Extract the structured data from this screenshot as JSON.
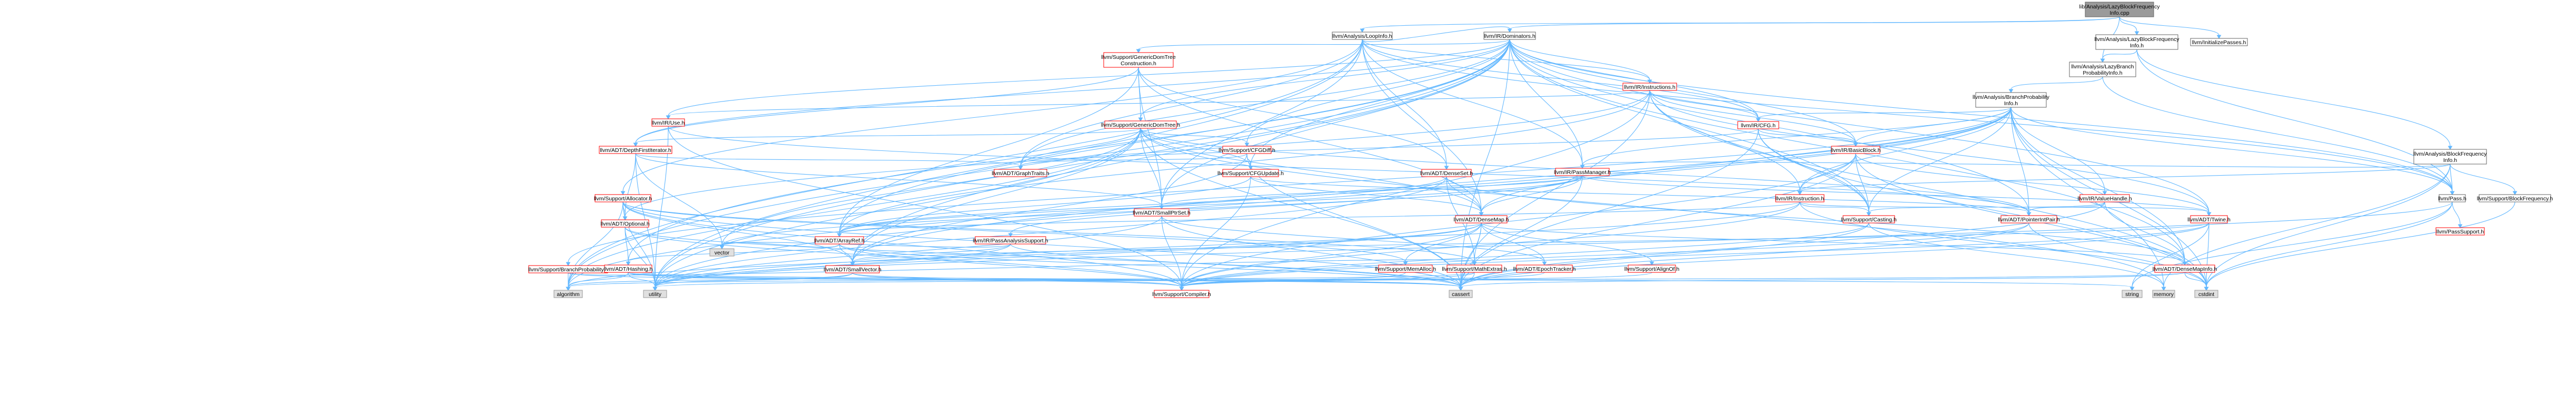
{
  "title": "lib/Analysis/LazyBlockFrequencyInfo.cpp dependency graph",
  "colors": {
    "root_fill": "#9a9a9a",
    "root_border": "#666666",
    "node_fill": "#ffffff",
    "documented_border": "#666666",
    "incomplete_border": "#ff0000",
    "external_fill": "#e0e0e0",
    "external_border": "#999999",
    "edge": "#63b8ff",
    "text": "#000000"
  },
  "nodes": [
    {
      "id": "root",
      "lines": [
        "lib/Analysis/LazyBlockFrequency",
        "Info.cpp"
      ],
      "style": "root"
    },
    {
      "id": "lazybfi",
      "lines": [
        "llvm/Analysis/LazyBlockFrequency",
        "Info.h"
      ],
      "style": "doc"
    },
    {
      "id": "initpasses",
      "lines": [
        "llvm/InitializePasses.h"
      ],
      "style": "doc"
    },
    {
      "id": "lazybpi",
      "lines": [
        "llvm/Analysis/LazyBranch",
        "ProbabilityInfo.h"
      ],
      "style": "doc"
    },
    {
      "id": "bfi",
      "lines": [
        "llvm/Analysis/BlockFrequency",
        "Info.h"
      ],
      "style": "doc"
    },
    {
      "id": "loopinfo",
      "lines": [
        "llvm/Analysis/LoopInfo.h"
      ],
      "style": "doc"
    },
    {
      "id": "dominators",
      "lines": [
        "llvm/IR/Dominators.h"
      ],
      "style": "doc"
    },
    {
      "id": "bpi",
      "lines": [
        "llvm/Analysis/BranchProbability",
        "Info.h"
      ],
      "style": "doc"
    },
    {
      "id": "gdtc",
      "lines": [
        "llvm/Support/GenericDomTree",
        "Construction.h"
      ],
      "style": "red"
    },
    {
      "id": "instructions",
      "lines": [
        "llvm/IR/Instructions.h"
      ],
      "style": "red"
    },
    {
      "id": "iruse",
      "lines": [
        "llvm/IR/Use.h"
      ],
      "style": "red"
    },
    {
      "id": "cfg",
      "lines": [
        "llvm/IR/CFG.h"
      ],
      "style": "red"
    },
    {
      "id": "gdt",
      "lines": [
        "llvm/Support/GenericDomTree.h"
      ],
      "style": "red"
    },
    {
      "id": "dfi",
      "lines": [
        "llvm/ADT/DepthFirstIterator.h"
      ],
      "style": "red"
    },
    {
      "id": "basicblock",
      "lines": [
        "llvm/IR/BasicBlock.h"
      ],
      "style": "red"
    },
    {
      "id": "cfgdiff",
      "lines": [
        "llvm/Support/CFGDiff.h"
      ],
      "style": "red"
    },
    {
      "id": "graphtraits",
      "lines": [
        "llvm/ADT/GraphTraits.h"
      ],
      "style": "red"
    },
    {
      "id": "cfgupdate",
      "lines": [
        "llvm/Support/CFGUpdate.h"
      ],
      "style": "red"
    },
    {
      "id": "denseset",
      "lines": [
        "llvm/ADT/DenseSet.h"
      ],
      "style": "red"
    },
    {
      "id": "passmanager",
      "lines": [
        "llvm/IR/PassManager.h"
      ],
      "style": "red"
    },
    {
      "id": "valuehandle",
      "lines": [
        "llvm/IR/ValueHandle.h"
      ],
      "style": "red"
    },
    {
      "id": "instruction",
      "lines": [
        "llvm/IR/Instruction.h"
      ],
      "style": "red"
    },
    {
      "id": "pass",
      "lines": [
        "llvm/Pass.h"
      ],
      "style": "doc"
    },
    {
      "id": "supportbf",
      "lines": [
        "llvm/Support/BlockFrequency.h"
      ],
      "style": "doc"
    },
    {
      "id": "allocator",
      "lines": [
        "llvm/Support/Allocator.h"
      ],
      "style": "red"
    },
    {
      "id": "smallptrset",
      "lines": [
        "llvm/ADT/SmallPtrSet.h"
      ],
      "style": "red"
    },
    {
      "id": "densemap",
      "lines": [
        "llvm/ADT/DenseMap.h"
      ],
      "style": "red"
    },
    {
      "id": "casting",
      "lines": [
        "llvm/Support/Casting.h"
      ],
      "style": "red"
    },
    {
      "id": "pointerintpair",
      "lines": [
        "llvm/ADT/PointerIntPair.h"
      ],
      "style": "red"
    },
    {
      "id": "twine",
      "lines": [
        "llvm/ADT/Twine.h"
      ],
      "style": "red"
    },
    {
      "id": "passsupport",
      "lines": [
        "llvm/PassSupport.h"
      ],
      "style": "red"
    },
    {
      "id": "optional",
      "lines": [
        "llvm/ADT/Optional.h"
      ],
      "style": "red"
    },
    {
      "id": "arrayref",
      "lines": [
        "llvm/ADT/ArrayRef.h"
      ],
      "style": "red"
    },
    {
      "id": "passanalysis",
      "lines": [
        "llvm/IR/PassAnalysisSupport.h"
      ],
      "style": "red"
    },
    {
      "id": "branchprob",
      "lines": [
        "llvm/Support/BranchProbability.h"
      ],
      "style": "red"
    },
    {
      "id": "hashing",
      "lines": [
        "llvm/ADT/Hashing.h"
      ],
      "style": "red"
    },
    {
      "id": "smallvector",
      "lines": [
        "llvm/ADT/SmallVector.h"
      ],
      "style": "red"
    },
    {
      "id": "memalloc",
      "lines": [
        "llvm/Support/MemAlloc.h"
      ],
      "style": "red"
    },
    {
      "id": "mathextras",
      "lines": [
        "llvm/Support/MathExtras.h"
      ],
      "style": "red"
    },
    {
      "id": "epochtracker",
      "lines": [
        "llvm/ADT/EpochTracker.h"
      ],
      "style": "red"
    },
    {
      "id": "alignof",
      "lines": [
        "llvm/Support/AlignOf.h"
      ],
      "style": "red"
    },
    {
      "id": "densemapinfo",
      "lines": [
        "llvm/ADT/DenseMapInfo.h"
      ],
      "style": "red"
    },
    {
      "id": "compiler",
      "lines": [
        "llvm/Support/Compiler.h"
      ],
      "style": "red"
    },
    {
      "id": "vector",
      "lines": [
        "vector"
      ],
      "style": "ext"
    },
    {
      "id": "algorithm",
      "lines": [
        "algorithm"
      ],
      "style": "ext"
    },
    {
      "id": "utility",
      "lines": [
        "utility"
      ],
      "style": "ext"
    },
    {
      "id": "cassert",
      "lines": [
        "cassert"
      ],
      "style": "ext"
    },
    {
      "id": "string",
      "lines": [
        "string"
      ],
      "style": "ext"
    },
    {
      "id": "memory",
      "lines": [
        "memory"
      ],
      "style": "ext"
    },
    {
      "id": "cstdint",
      "lines": [
        "cstdint"
      ],
      "style": "ext"
    }
  ],
  "edges": [
    [
      "root",
      "lazybfi"
    ],
    [
      "root",
      "initpasses"
    ],
    [
      "root",
      "lazybpi"
    ],
    [
      "root",
      "loopinfo"
    ],
    [
      "root",
      "dominators"
    ],
    [
      "lazybfi",
      "lazybpi"
    ],
    [
      "lazybfi",
      "bfi"
    ],
    [
      "lazybfi",
      "pass"
    ],
    [
      "lazybpi",
      "bpi"
    ],
    [
      "lazybpi",
      "pass"
    ],
    [
      "bfi",
      "passmanager"
    ],
    [
      "bfi",
      "pass"
    ],
    [
      "bfi",
      "supportbf"
    ],
    [
      "bfi",
      "cstdint"
    ],
    [
      "bfi",
      "memory"
    ],
    [
      "bfi",
      "instruction"
    ],
    [
      "supportbf",
      "cstdint"
    ],
    [
      "loopinfo",
      "dominators"
    ],
    [
      "loopinfo",
      "cfg"
    ],
    [
      "loopinfo",
      "instructions"
    ],
    [
      "loopinfo",
      "pass"
    ],
    [
      "loopinfo",
      "allocator"
    ],
    [
      "loopinfo",
      "denseset"
    ],
    [
      "loopinfo",
      "graphtraits"
    ],
    [
      "loopinfo",
      "smallptrset"
    ],
    [
      "loopinfo",
      "densemap"
    ],
    [
      "loopinfo",
      "passmanager"
    ],
    [
      "loopinfo",
      "algorithm"
    ],
    [
      "loopinfo",
      "utility"
    ],
    [
      "dominators",
      "gdtc"
    ],
    [
      "dominators",
      "gdt"
    ],
    [
      "dominators",
      "instructions"
    ],
    [
      "dominators",
      "iruse"
    ],
    [
      "dominators",
      "cfg"
    ],
    [
      "dominators",
      "basicblock"
    ],
    [
      "dominators",
      "passmanager"
    ],
    [
      "dominators",
      "pass"
    ],
    [
      "dominators",
      "dfi"
    ],
    [
      "dominators",
      "graphtraits"
    ],
    [
      "dominators",
      "cfgupdate"
    ],
    [
      "dominators",
      "cfgdiff"
    ],
    [
      "dominators",
      "hashing"
    ],
    [
      "dominators",
      "smallptrset"
    ],
    [
      "dominators",
      "smallvector"
    ],
    [
      "dominators",
      "arrayref"
    ],
    [
      "dominators",
      "densemapinfo"
    ],
    [
      "dominators",
      "twine"
    ],
    [
      "dominators",
      "pointerintpair"
    ],
    [
      "dominators",
      "casting"
    ],
    [
      "dominators",
      "utility"
    ],
    [
      "dominators",
      "algorithm"
    ],
    [
      "dominators",
      "cassert"
    ],
    [
      "bpi",
      "valuehandle"
    ],
    [
      "bpi",
      "cfg"
    ],
    [
      "bpi",
      "passmanager"
    ],
    [
      "bpi",
      "pass"
    ],
    [
      "bpi",
      "branchprob"
    ],
    [
      "bpi",
      "basicblock"
    ],
    [
      "bpi",
      "densemap"
    ],
    [
      "bpi",
      "densemapinfo"
    ],
    [
      "bpi",
      "smallvector"
    ],
    [
      "bpi",
      "casting"
    ],
    [
      "bpi",
      "instruction"
    ],
    [
      "bpi",
      "pointerintpair"
    ],
    [
      "bpi",
      "algorithm"
    ],
    [
      "bpi",
      "cstdint"
    ],
    [
      "bpi",
      "memory"
    ],
    [
      "bpi",
      "utility"
    ],
    [
      "gdtc",
      "gdt"
    ],
    [
      "gdtc",
      "dfi"
    ],
    [
      "gdtc",
      "denseset"
    ],
    [
      "gdtc",
      "smallptrset"
    ],
    [
      "gdtc",
      "arrayref"
    ],
    [
      "gdtc",
      "densemap"
    ],
    [
      "instructions",
      "instruction"
    ],
    [
      "instructions",
      "iruse"
    ],
    [
      "instructions",
      "cfg"
    ],
    [
      "instructions",
      "basicblock"
    ],
    [
      "instructions",
      "twine"
    ],
    [
      "instructions",
      "casting"
    ],
    [
      "instructions",
      "arrayref"
    ],
    [
      "instructions",
      "optional"
    ],
    [
      "instructions",
      "compiler"
    ],
    [
      "instructions",
      "cstdint"
    ],
    [
      "instructions",
      "cassert"
    ],
    [
      "iruse",
      "compiler"
    ],
    [
      "iruse",
      "pointerintpair"
    ],
    [
      "iruse",
      "utility"
    ],
    [
      "cfg",
      "basicblock"
    ],
    [
      "cfg",
      "graphtraits"
    ],
    [
      "cfg",
      "casting"
    ],
    [
      "cfg",
      "cassert"
    ],
    [
      "cfg",
      "cstdint"
    ],
    [
      "gdt",
      "cfgdiff"
    ],
    [
      "gdt",
      "cfgupdate"
    ],
    [
      "gdt",
      "dfi"
    ],
    [
      "gdt",
      "graphtraits"
    ],
    [
      "gdt",
      "smallptrset"
    ],
    [
      "gdt",
      "smallvector"
    ],
    [
      "gdt",
      "pointerintpair"
    ],
    [
      "gdt",
      "densemap"
    ],
    [
      "gdt",
      "algorithm"
    ],
    [
      "gdt",
      "memory"
    ],
    [
      "gdt",
      "utility"
    ],
    [
      "gdt",
      "vector"
    ],
    [
      "gdt",
      "cassert"
    ],
    [
      "dfi",
      "graphtraits"
    ],
    [
      "dfi",
      "optional"
    ],
    [
      "dfi",
      "smallptrset"
    ],
    [
      "dfi",
      "utility"
    ],
    [
      "dfi",
      "vector"
    ],
    [
      "basicblock",
      "instruction"
    ],
    [
      "basicblock",
      "twine"
    ],
    [
      "basicblock",
      "casting"
    ],
    [
      "basicblock",
      "compiler"
    ],
    [
      "basicblock",
      "cassert"
    ],
    [
      "basicblock",
      "cstdint"
    ],
    [
      "cfgdiff",
      "cfgupdate"
    ],
    [
      "cfgdiff",
      "graphtraits"
    ],
    [
      "cfgdiff",
      "smallvector"
    ],
    [
      "cfgdiff",
      "cassert"
    ],
    [
      "cfgupdate",
      "densemap"
    ],
    [
      "cfgupdate",
      "pointerintpair"
    ],
    [
      "cfgupdate",
      "compiler"
    ],
    [
      "cfgupdate",
      "arrayref"
    ],
    [
      "denseset",
      "densemap"
    ],
    [
      "denseset",
      "densemapinfo"
    ],
    [
      "denseset",
      "mathextras"
    ],
    [
      "denseset",
      "utility"
    ],
    [
      "denseset",
      "arrayref"
    ],
    [
      "passmanager",
      "densemap"
    ],
    [
      "passmanager",
      "smallptrset"
    ],
    [
      "passmanager",
      "passanalysis"
    ],
    [
      "passmanager",
      "arrayref"
    ],
    [
      "passmanager",
      "twine"
    ],
    [
      "passmanager",
      "cassert"
    ],
    [
      "passmanager",
      "vector"
    ],
    [
      "valuehandle",
      "densemapinfo"
    ],
    [
      "valuehandle",
      "pointerintpair"
    ],
    [
      "valuehandle",
      "casting"
    ],
    [
      "valuehandle",
      "cassert"
    ],
    [
      "instruction",
      "twine"
    ],
    [
      "instruction",
      "casting"
    ],
    [
      "instruction",
      "compiler"
    ],
    [
      "instruction",
      "arrayref"
    ],
    [
      "instruction",
      "cstdint"
    ],
    [
      "instruction",
      "utility"
    ],
    [
      "pass",
      "passsupport"
    ],
    [
      "pass",
      "string"
    ],
    [
      "pass",
      "utility"
    ],
    [
      "pass",
      "cstdint"
    ],
    [
      "allocator",
      "optional"
    ],
    [
      "allocator",
      "smallvector"
    ],
    [
      "allocator",
      "memalloc"
    ],
    [
      "allocator",
      "compiler"
    ],
    [
      "allocator",
      "mathextras"
    ],
    [
      "allocator",
      "algorithm"
    ],
    [
      "allocator",
      "utility"
    ],
    [
      "allocator",
      "cassert"
    ],
    [
      "smallptrset",
      "epochtracker"
    ],
    [
      "smallptrset",
      "compiler"
    ],
    [
      "smallptrset",
      "cassert"
    ],
    [
      "smallptrset",
      "utility"
    ],
    [
      "densemap",
      "densemapinfo"
    ],
    [
      "densemap",
      "epochtracker"
    ],
    [
      "densemap",
      "alignof"
    ],
    [
      "densemap",
      "compiler"
    ],
    [
      "densemap",
      "mathextras"
    ],
    [
      "densemap",
      "memalloc"
    ],
    [
      "densemap",
      "algorithm"
    ],
    [
      "densemap",
      "cassert"
    ],
    [
      "densemap",
      "utility"
    ],
    [
      "casting",
      "compiler"
    ],
    [
      "casting",
      "cassert"
    ],
    [
      "casting",
      "memory"
    ],
    [
      "pointerintpair",
      "compiler"
    ],
    [
      "pointerintpair",
      "cassert"
    ],
    [
      "pointerintpair",
      "cstdint"
    ],
    [
      "twine",
      "smallvector"
    ],
    [
      "twine",
      "compiler"
    ],
    [
      "twine",
      "cassert"
    ],
    [
      "twine",
      "cstdint"
    ],
    [
      "twine",
      "string"
    ],
    [
      "optional",
      "hashing"
    ],
    [
      "optional",
      "compiler"
    ],
    [
      "optional",
      "cassert"
    ],
    [
      "optional",
      "utility"
    ],
    [
      "arrayref",
      "hashing"
    ],
    [
      "arrayref",
      "smallvector"
    ],
    [
      "arrayref",
      "compiler"
    ],
    [
      "arrayref",
      "vector"
    ],
    [
      "arrayref",
      "cassert"
    ],
    [
      "passanalysis",
      "smallvector"
    ],
    [
      "passanalysis",
      "cassert"
    ],
    [
      "passanalysis",
      "utility"
    ],
    [
      "passanalysis",
      "vector"
    ],
    [
      "branchprob",
      "mathextras"
    ],
    [
      "branchprob",
      "algorithm"
    ],
    [
      "branchprob",
      "cassert"
    ],
    [
      "hashing",
      "compiler"
    ],
    [
      "hashing",
      "algorithm"
    ],
    [
      "hashing",
      "cassert"
    ],
    [
      "hashing",
      "string"
    ],
    [
      "hashing",
      "utility"
    ],
    [
      "smallvector",
      "compiler"
    ],
    [
      "smallvector",
      "algorithm"
    ],
    [
      "smallvector",
      "cassert"
    ],
    [
      "smallvector",
      "utility"
    ],
    [
      "memalloc",
      "compiler"
    ],
    [
      "mathextras",
      "compiler"
    ],
    [
      "mathextras",
      "algorithm"
    ],
    [
      "mathextras",
      "cassert"
    ],
    [
      "epochtracker",
      "compiler"
    ],
    [
      "alignof",
      "compiler"
    ],
    [
      "densemapinfo",
      "cassert"
    ],
    [
      "densemapinfo",
      "cstdint"
    ],
    [
      "densemapinfo",
      "utility"
    ]
  ]
}
